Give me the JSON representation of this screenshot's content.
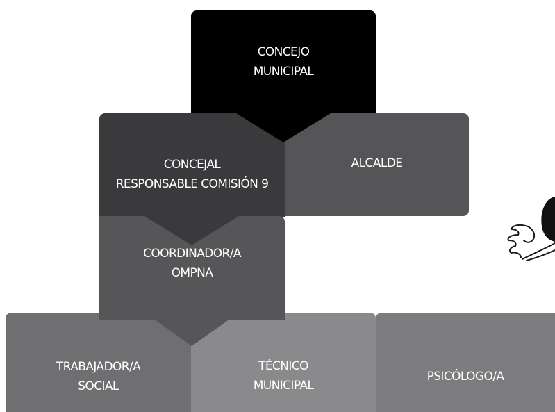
{
  "org_chart": {
    "nodes": [
      {
        "id": "concejo",
        "label": "CONCEJO\nMUNICIPAL",
        "color": "#000000"
      },
      {
        "id": "concejal",
        "label": "CONCEJAL\nRESPONSABLE COMISIÓN 9",
        "color": "#3a3a3c"
      },
      {
        "id": "alcalde",
        "label": "ALCALDE",
        "color": "#555557"
      },
      {
        "id": "coordinador",
        "label": "COORDINADOR/A\nOMPNA",
        "color": "#565658"
      },
      {
        "id": "trabajador",
        "label": "TRABAJADOR/A\nSOCIAL",
        "color": "#6f6f71"
      },
      {
        "id": "tecnico",
        "label": "TÉCNICO\nMUNICIPAL",
        "color": "#8a8a8c"
      },
      {
        "id": "psicologo",
        "label": "PSICÓLOGO/A",
        "color": "#7c7c7e"
      }
    ],
    "edges": [
      {
        "from": "concejo",
        "to": "concejal"
      },
      {
        "from": "concejal",
        "to": "coordinador"
      },
      {
        "from": "coordinador",
        "to": "trabajador"
      }
    ]
  },
  "decorations": {
    "partial_hand_icon": "pointing-hand-icon"
  }
}
